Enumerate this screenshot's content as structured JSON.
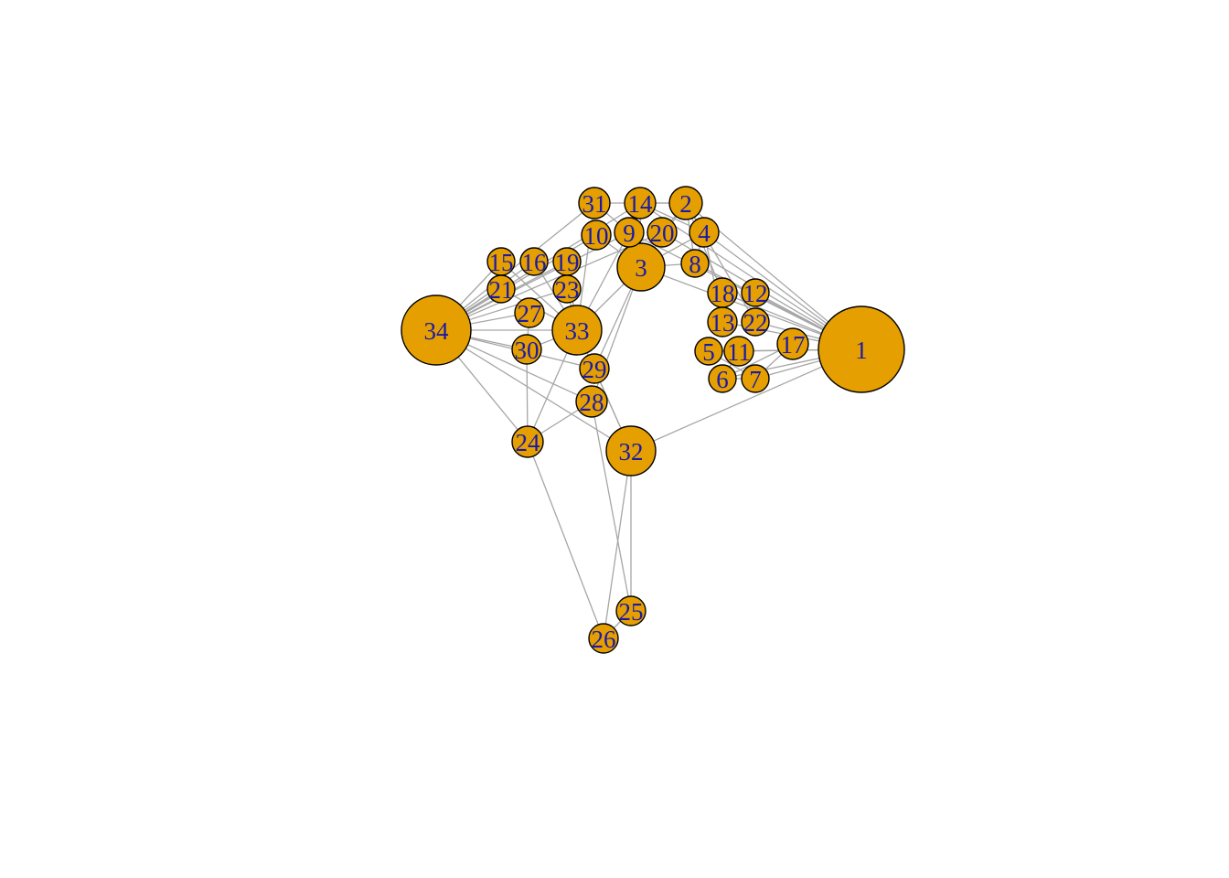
{
  "graph": {
    "node_color": "#e69f00",
    "edge_color": "#a6a6a6",
    "label_color": "#1a1aa6",
    "nodes": [
      "1",
      "2",
      "3",
      "4",
      "5",
      "6",
      "7",
      "8",
      "9",
      "10",
      "11",
      "12",
      "13",
      "14",
      "15",
      "16",
      "17",
      "18",
      "19",
      "20",
      "21",
      "22",
      "23",
      "24",
      "25",
      "26",
      "27",
      "28",
      "29",
      "30",
      "31",
      "32",
      "33",
      "34"
    ],
    "edges": [
      [
        1,
        2
      ],
      [
        1,
        3
      ],
      [
        1,
        4
      ],
      [
        1,
        5
      ],
      [
        1,
        6
      ],
      [
        1,
        7
      ],
      [
        1,
        8
      ],
      [
        1,
        9
      ],
      [
        1,
        11
      ],
      [
        1,
        12
      ],
      [
        1,
        13
      ],
      [
        1,
        14
      ],
      [
        1,
        18
      ],
      [
        1,
        20
      ],
      [
        1,
        22
      ],
      [
        1,
        32
      ],
      [
        2,
        3
      ],
      [
        2,
        4
      ],
      [
        2,
        8
      ],
      [
        2,
        14
      ],
      [
        2,
        18
      ],
      [
        2,
        20
      ],
      [
        2,
        22
      ],
      [
        2,
        31
      ],
      [
        3,
        4
      ],
      [
        3,
        8
      ],
      [
        3,
        9
      ],
      [
        3,
        10
      ],
      [
        3,
        14
      ],
      [
        3,
        28
      ],
      [
        3,
        29
      ],
      [
        3,
        33
      ],
      [
        4,
        8
      ],
      [
        4,
        13
      ],
      [
        4,
        14
      ],
      [
        5,
        7
      ],
      [
        5,
        11
      ],
      [
        6,
        7
      ],
      [
        6,
        11
      ],
      [
        6,
        17
      ],
      [
        7,
        17
      ],
      [
        9,
        31
      ],
      [
        9,
        33
      ],
      [
        9,
        34
      ],
      [
        10,
        34
      ],
      [
        14,
        34
      ],
      [
        15,
        33
      ],
      [
        15,
        34
      ],
      [
        16,
        33
      ],
      [
        16,
        34
      ],
      [
        19,
        33
      ],
      [
        19,
        34
      ],
      [
        20,
        34
      ],
      [
        21,
        33
      ],
      [
        21,
        34
      ],
      [
        23,
        33
      ],
      [
        23,
        34
      ],
      [
        24,
        26
      ],
      [
        24,
        28
      ],
      [
        24,
        30
      ],
      [
        24,
        33
      ],
      [
        24,
        34
      ],
      [
        25,
        26
      ],
      [
        25,
        28
      ],
      [
        25,
        32
      ],
      [
        26,
        32
      ],
      [
        27,
        30
      ],
      [
        27,
        34
      ],
      [
        28,
        34
      ],
      [
        29,
        32
      ],
      [
        29,
        34
      ],
      [
        30,
        33
      ],
      [
        30,
        34
      ],
      [
        31,
        33
      ],
      [
        31,
        34
      ],
      [
        32,
        33
      ],
      [
        32,
        34
      ],
      [
        33,
        34
      ]
    ]
  }
}
